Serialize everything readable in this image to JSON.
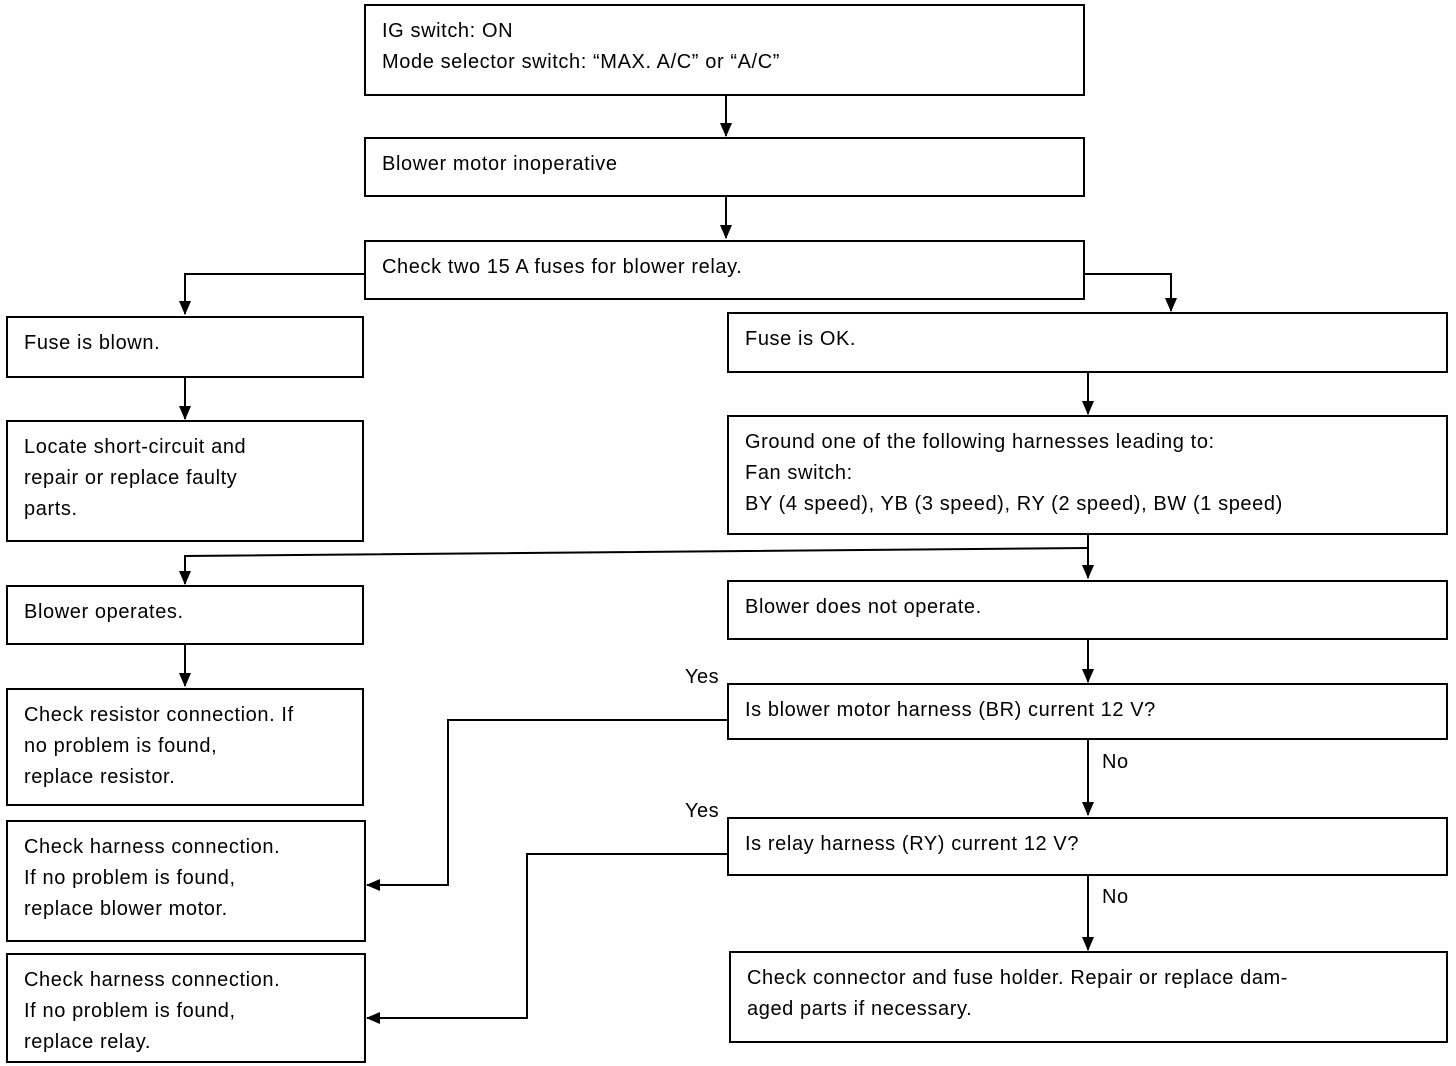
{
  "boxes": {
    "start": [
      "IG switch: ON",
      "Mode selector switch: “MAX. A/C” or “A/C”"
    ],
    "blower_inop": [
      "Blower motor inoperative"
    ],
    "check_fuses": [
      "Check two 15 A fuses for blower relay."
    ],
    "fuse_blown": [
      "Fuse is blown."
    ],
    "locate_short": [
      "Locate short-circuit and",
      "repair or replace faulty",
      "parts."
    ],
    "fuse_ok": [
      "Fuse is OK."
    ],
    "ground_harness": [
      "Ground one of the following harnesses leading to:",
      "Fan switch:",
      "BY (4 speed), YB (3 speed), RY (2 speed), BW (1 speed)"
    ],
    "blower_operates": [
      "Blower operates."
    ],
    "check_resistor": [
      "Check resistor connection. If",
      "no problem is found,",
      "replace resistor."
    ],
    "blower_not_operate": [
      "Blower does not operate."
    ],
    "q_motor_harness": [
      "Is blower motor harness (BR) current 12 V?"
    ],
    "check_harness_motor": [
      "Check harness connection.",
      "If no problem is found,",
      "replace blower motor."
    ],
    "q_relay_harness": [
      "Is relay harness (RY) current 12 V?"
    ],
    "check_harness_relay": [
      "Check harness connection.",
      "If no problem is found,",
      "replace relay."
    ],
    "check_connector": [
      "Check connector and fuse holder. Repair or replace dam-",
      "aged parts if necessary."
    ]
  },
  "labels": {
    "yes_motor": "Yes",
    "no_motor": "No",
    "yes_relay": "Yes",
    "no_relay": "No"
  },
  "colors": {
    "ink": "#000000",
    "paper": "#ffffff"
  }
}
